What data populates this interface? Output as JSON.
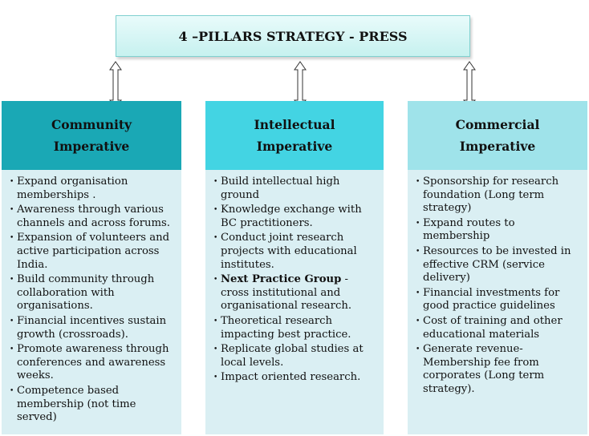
{
  "title": "4 –PILLARS STRATEGY - PRESS",
  "columns": [
    {
      "heading_line1": "Community",
      "heading_line2": "Imperative",
      "header_color": "#1aa8b5",
      "items": [
        {
          "bold": "",
          "text": "Expand organisation memberships ."
        },
        {
          "bold": "",
          "text": "Awareness  through various channels and across forums."
        },
        {
          "bold": "",
          "text": "Expansion of volunteers and active participation  across India."
        },
        {
          "bold": "",
          "text": "Build community through collaboration with organisations."
        },
        {
          "bold": "",
          "text": "Financial incentives sustain growth (crossroads)."
        },
        {
          "bold": "",
          "text": "Promote awareness through conferences and awareness weeks."
        },
        {
          "bold": "",
          "text": "Competence based membership  (not time served)"
        }
      ]
    },
    {
      "heading_line1": "Intellectual",
      "heading_line2": "Imperative",
      "header_color": "#43d4e3",
      "items": [
        {
          "bold": "",
          "text": "Build intellectual high ground"
        },
        {
          "bold": "",
          "text": "Knowledge exchange with BC practitioners."
        },
        {
          "bold": "",
          "text": "Conduct joint research projects with educational institutes."
        },
        {
          "bold": "Next Practice Group",
          "text": " - cross institutional and organisational research."
        },
        {
          "bold": "",
          "text": "Theoretical research impacting best practice."
        },
        {
          "bold": "",
          "text": "Replicate global studies at local levels."
        },
        {
          "bold": "",
          "text": "Impact oriented research."
        }
      ]
    },
    {
      "heading_line1": "Commercial",
      "heading_line2": "Imperative",
      "header_color": "#9fe3ea",
      "items": [
        {
          "bold": "",
          "text": "Sponsorship for research foundation (Long term strategy)"
        },
        {
          "bold": "",
          "text": "Expand routes to membership"
        },
        {
          "bold": "",
          "text": "Resources to be invested in effective CRM  (service delivery)"
        },
        {
          "bold": "",
          "text": "Financial investments for good practice guidelines"
        },
        {
          "bold": "",
          "text": "Cost of training and other educational materials"
        },
        {
          "bold": "",
          "text": "Generate revenue- Membership fee from corporates  (Long term strategy)."
        }
      ]
    }
  ]
}
